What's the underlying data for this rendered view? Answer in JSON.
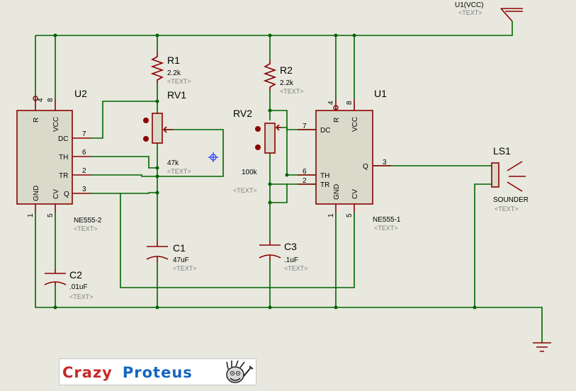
{
  "logo": {
    "word1": "Crazy",
    "word2": "Proteus"
  },
  "terminal": {
    "label": "U1(VCC)",
    "text": "<TEXT>"
  },
  "components": {
    "r1": {
      "ref": "R1",
      "value": "2.2k",
      "text": "<TEXT>"
    },
    "r2": {
      "ref": "R2",
      "value": "2.2k",
      "text": "<TEXT>"
    },
    "rv1": {
      "ref": "RV1",
      "value": "47k",
      "text": "<TEXT>"
    },
    "rv2": {
      "ref": "RV2",
      "value": "100k",
      "text": "<TEXT>"
    },
    "c1": {
      "ref": "C1",
      "value": "47uF",
      "text": "<TEXT>"
    },
    "c2": {
      "ref": "C2",
      "value": ".01uF",
      "text": "<TEXT>"
    },
    "c3": {
      "ref": "C3",
      "value": ".1uF",
      "text": "<TEXT>"
    },
    "ls1": {
      "ref": "LS1",
      "value": "SOUNDER",
      "text": "<TEXT>"
    },
    "u2": {
      "ref": "U2",
      "value": "NE555-2",
      "text": "<TEXT>"
    },
    "u1": {
      "ref": "U1",
      "value": "NE555-1",
      "text": "<TEXT>"
    }
  },
  "ic_pins": {
    "r": "R",
    "vcc": "VCC",
    "dc": "DC",
    "th": "TH",
    "tr": "TR",
    "gnd": "GND",
    "cv": "CV",
    "q": "Q"
  },
  "pin_numbers": {
    "u2": {
      "r": "4",
      "vcc": "8",
      "dc": "7",
      "th": "6",
      "tr": "2",
      "gnd": "1",
      "cv": "5",
      "q": "3"
    },
    "u1": {
      "r": "4",
      "vcc": "8",
      "dc": "7",
      "th": "6",
      "tr": "2",
      "gnd": "1",
      "cv": "5",
      "q": "3"
    }
  }
}
